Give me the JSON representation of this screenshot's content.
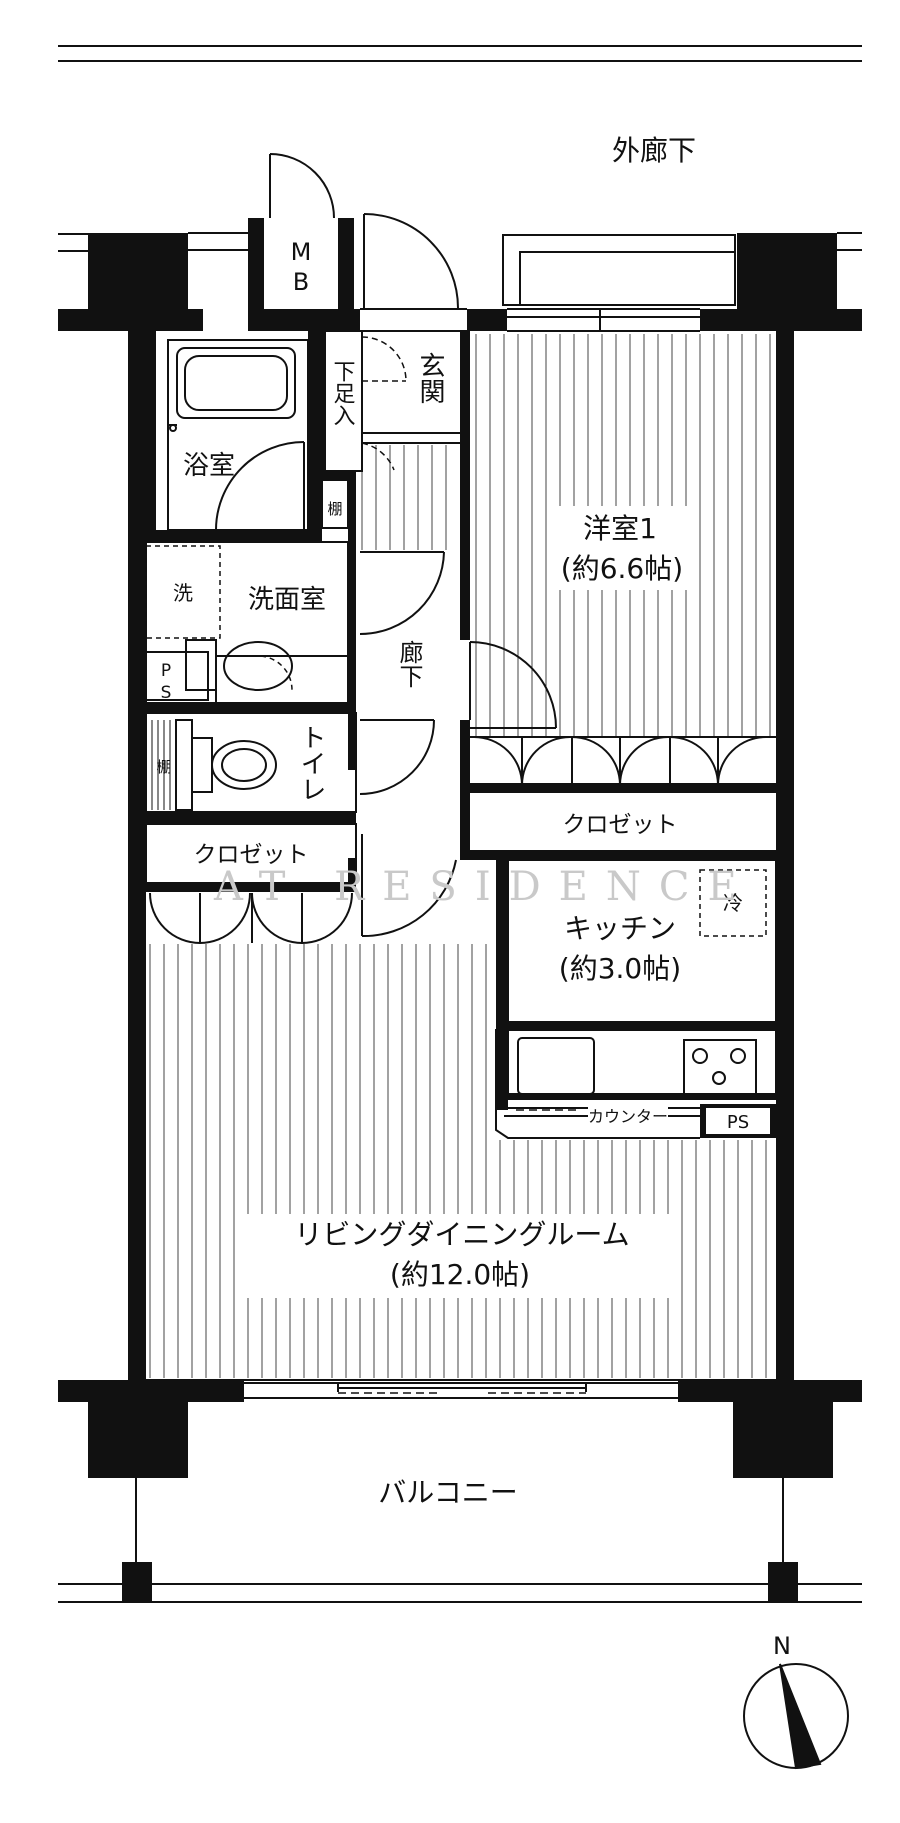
{
  "labels": {
    "outer_corridor": "外廊下",
    "meter_box_line1": "M",
    "meter_box_line2": "B",
    "shoe_box": "下足入",
    "entrance": "玄関",
    "bathroom": "浴室",
    "shelf_upper": "棚",
    "washer": "洗",
    "washroom": "洗面室",
    "ps_left_line1": "P",
    "ps_left_line2": "S",
    "hallway": "廊下",
    "shelf_toilet": "棚",
    "toilet": "トイレ",
    "closet_left": "クロゼット",
    "western_room_name": "洋室1",
    "western_room_size": "(約6.6帖)",
    "closet_right": "クロゼット",
    "fridge": "冷",
    "kitchen_name": "キッチン",
    "kitchen_size": "(約3.0帖)",
    "counter": "カウンター",
    "ps_right": "PS",
    "living_name": "リビングダイニングルーム",
    "living_size": "(約12.0帖)",
    "balcony": "バルコニー",
    "north": "N",
    "watermark": "AT RESIDENCE"
  },
  "colors": {
    "wall": "#111111",
    "watermark": "#c9c9c9",
    "floor_line": "#444444"
  },
  "icons": {
    "compass": "north-arrow-icon",
    "stove": "gas-stove-icon",
    "sink": "kitchen-sink-icon",
    "bathtub": "bathtub-icon",
    "toilet": "toilet-icon",
    "washbasin": "washbasin-icon"
  }
}
